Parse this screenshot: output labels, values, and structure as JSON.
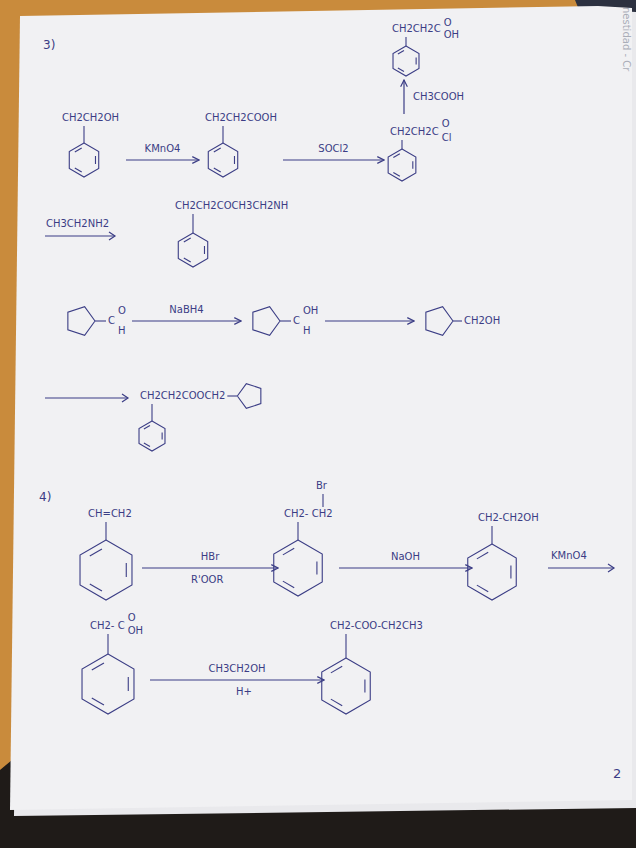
{
  "diagram": {
    "nodes": [
      {
        "text": [
          "CH2CH2OH"
        ]
      },
      {
        "text": [
          "CH2CH2COOH"
        ]
      },
      {
        "text": [
          "CH2CH2C",
          "O",
          "Cl"
        ]
      },
      {
        "text": [
          "CH2CH2C",
          "O",
          "OH"
        ]
      },
      {
        "text": [
          "CH2CH2COCH3CH2NH"
        ]
      },
      {
        "text": [
          "C",
          "O",
          "H"
        ]
      },
      {
        "text": [
          "C",
          "OH",
          "H"
        ]
      },
      {
        "text": [
          "CH2OH"
        ]
      },
      {
        "text": [
          "CH2CH2COOCH2"
        ]
      },
      {
        "text": [
          "CH=CH2"
        ]
      },
      {
        "text": [
          "Br",
          "CH2- CH2"
        ]
      },
      {
        "text": [
          "CH2-CH2OH"
        ]
      },
      {
        "text": [
          "CH2- C",
          "O",
          "OH"
        ]
      },
      {
        "text": [
          "CH2-COO-CH2CH3"
        ]
      }
    ],
    "edges": [
      {
        "from": 0,
        "to": 1,
        "label": "KMnO4",
        "arrow": "to"
      },
      {
        "from": 1,
        "to": 2,
        "label": "SOCl2",
        "arrow": "to"
      },
      {
        "from": 2,
        "to": 3,
        "label": "CH3COOH",
        "arrow": "to"
      },
      {
        "from": 5,
        "to": 6,
        "label": "NaBH4",
        "arrow": "to"
      },
      {
        "from": 6,
        "to": 7,
        "arrow": "to"
      },
      {
        "from": 9,
        "to": 10,
        "label": "HBr",
        "arrow": "to"
      },
      {
        "from": 10,
        "to": 11,
        "label": "NaOH",
        "arrow": "to"
      },
      {
        "from": 12,
        "to": 13,
        "label": "CH3CH2OH",
        "arrow": "to"
      }
    ],
    "labels": [
      "3)",
      "CH3CH2NH2",
      "4)",
      "R'OOR",
      "KMnO4",
      "H+",
      "2",
      "nestidad - Cr"
    ]
  }
}
